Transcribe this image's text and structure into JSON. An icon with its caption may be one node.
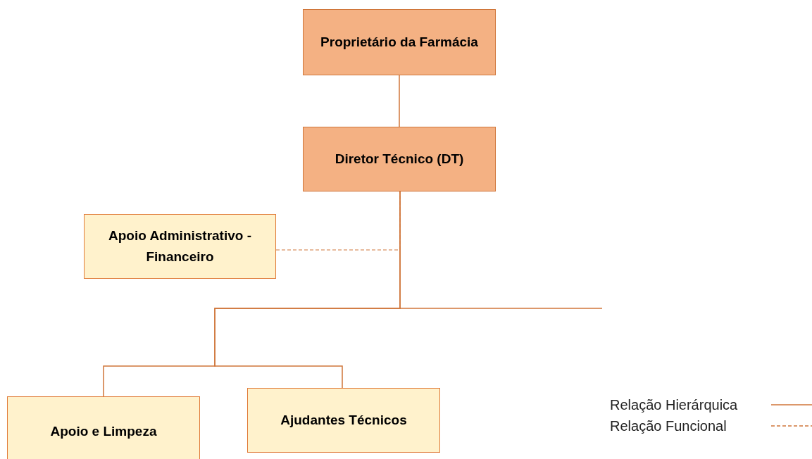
{
  "diagram": {
    "nodes": [
      {
        "text": [
          "Proprietário da Farmácia"
        ]
      },
      {
        "text": [
          "Diretor Técnico (DT)"
        ]
      },
      {
        "text": [
          "Apoio Administrativo - Financeiro"
        ]
      },
      {
        "text": [
          "Apoio e Limpeza"
        ]
      },
      {
        "text": [
          "Ajudantes Técnicos"
        ]
      }
    ],
    "edges": [
      {
        "from": 0,
        "to": 1,
        "arrow": "none"
      },
      {
        "from": 2,
        "to": 1,
        "arrow": "none",
        "style": "dashed"
      },
      {
        "from": 1,
        "to": 3,
        "arrow": "none"
      },
      {
        "from": 1,
        "to": 4,
        "arrow": "none"
      }
    ],
    "legend": [
      {
        "text": "Relação Hierárquica"
      },
      {
        "text": "Relação Funcional"
      }
    ]
  }
}
